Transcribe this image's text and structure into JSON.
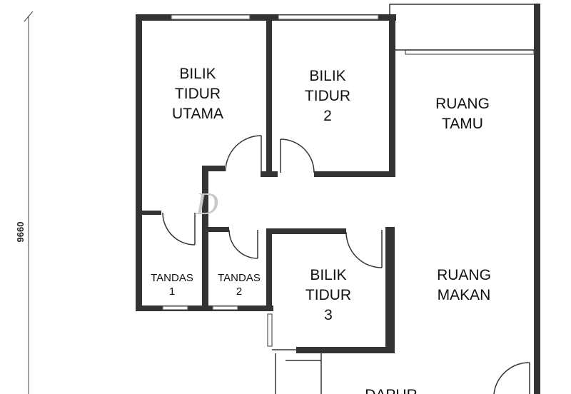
{
  "dimension": {
    "height_mm": "9660"
  },
  "rooms": {
    "master_bedroom": [
      "BILIK",
      "TIDUR",
      "UTAMA"
    ],
    "bedroom_2": [
      "BILIK",
      "TIDUR",
      "2"
    ],
    "living_room": [
      "RUANG",
      "TAMU"
    ],
    "toilet_1": [
      "TANDAS",
      "1"
    ],
    "toilet_2": [
      "TANDAS",
      "2"
    ],
    "bedroom_3": [
      "BILIK",
      "TIDUR",
      "3"
    ],
    "dining_room": [
      "RUANG",
      "MAKAN"
    ],
    "kitchen": [
      "DAPUR"
    ]
  },
  "watermark": "D",
  "colors": {
    "wall": "#333333",
    "background": "#ffffff"
  }
}
